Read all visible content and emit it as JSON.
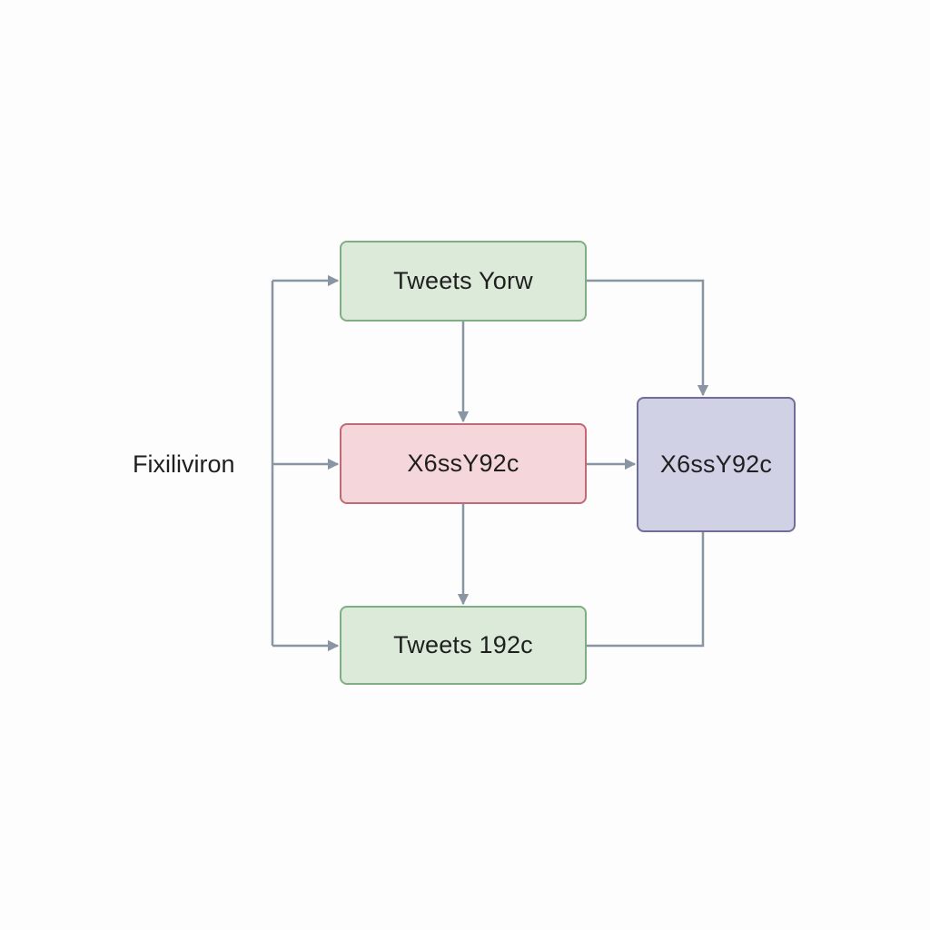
{
  "diagram": {
    "input_label": "Fixiliviron",
    "nodes": {
      "top": "Tweets Yorw",
      "middle": "X6ssY92c",
      "bottom": "Tweets 192c",
      "right": "X6ssY92c"
    }
  },
  "colors": {
    "background": "#fdfdfd",
    "connector": "#8a95a3",
    "green_fill": "#dcebd9",
    "green_border": "#7fae83",
    "red_fill": "#f5d6da",
    "red_border": "#bf6a74",
    "purple_fill": "#d1d1e6",
    "purple_border": "#6f6e9a"
  }
}
